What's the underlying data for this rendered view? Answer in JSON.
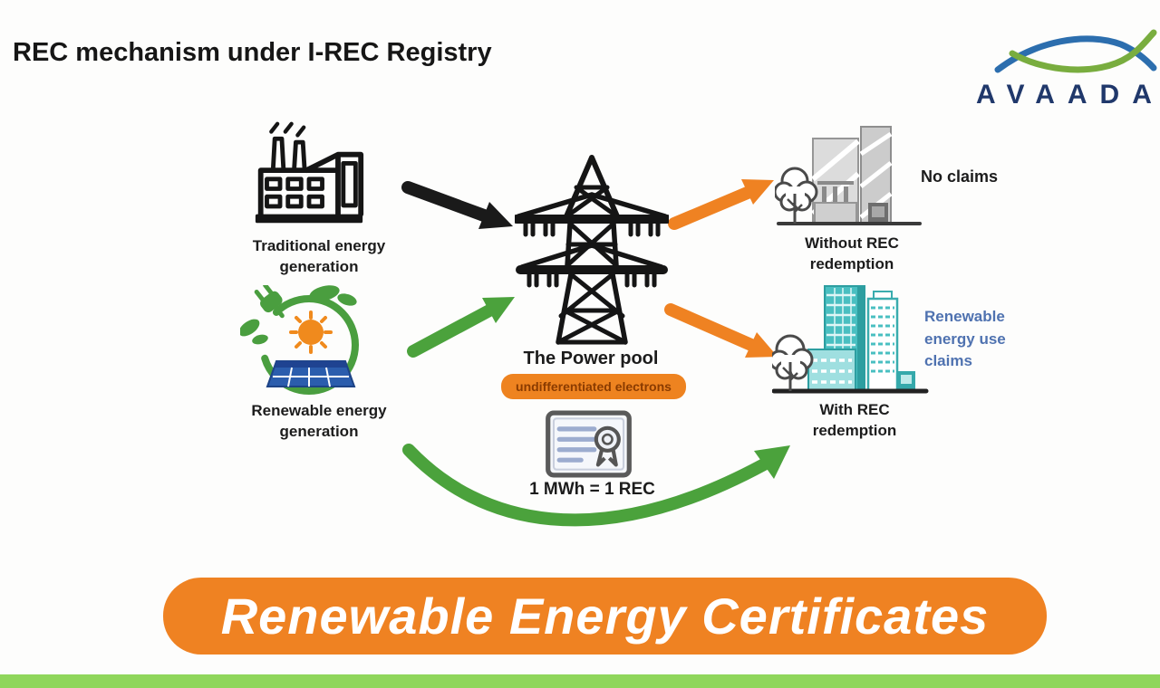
{
  "header": {
    "title": "REC mechanism under I-REC Registry",
    "brand_name": "AVAADA"
  },
  "diagram": {
    "traditional": {
      "line1": "Traditional energy",
      "line2": "generation"
    },
    "renewable": {
      "line1": "Renewable energy",
      "line2": "generation"
    },
    "power_pool": {
      "label": "The Power pool",
      "badge": "undifferentiated electrons"
    },
    "certificate": {
      "label": "1 MWh = 1 REC"
    },
    "without_rec": {
      "line1": "Without REC",
      "line2": "redemption",
      "claim": "No claims"
    },
    "with_rec": {
      "line1": "With REC",
      "line2": "redemption",
      "claim": "Renewable energy use claims"
    }
  },
  "banner": {
    "text": "Renewable Energy Certificates"
  },
  "icons": [
    "factory-icon",
    "renewable-energy-icon",
    "transmission-tower-icon",
    "certificate-icon",
    "gray-buildings-icon",
    "teal-buildings-icon",
    "tree-icon",
    "brand-swoosh-icon"
  ],
  "colors": {
    "accent_orange": "#EF8222",
    "arrow_green": "#4BA23C",
    "arrow_black": "#1A1A1A",
    "teal_building": "#49BFC1",
    "claim_blue": "#4F72B0",
    "brand_navy": "#20386B",
    "footer_green": "#8FD65B",
    "badge_text_brown": "#8A3B00"
  }
}
